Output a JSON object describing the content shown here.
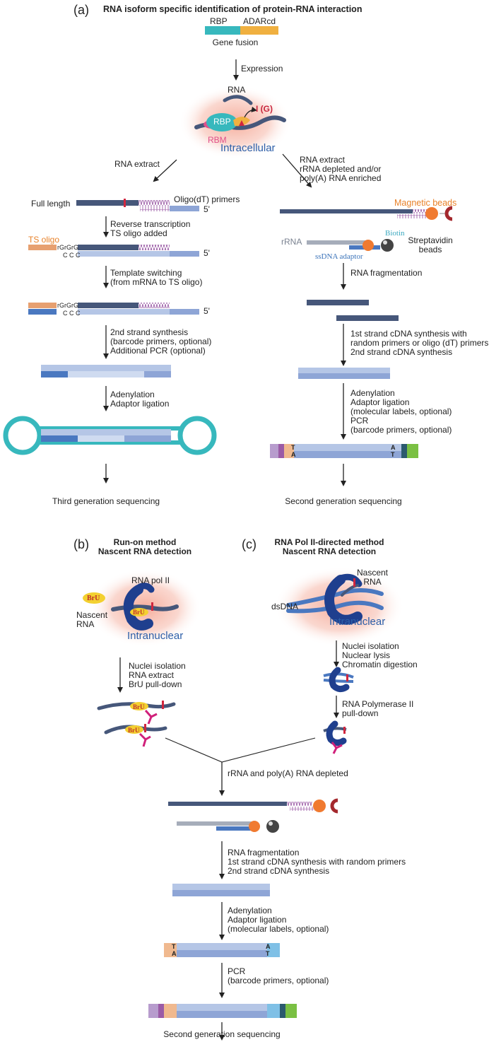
{
  "panel_a": {
    "label": "(a)",
    "title": "RNA isoform specific identification of protein-RNA interaction",
    "fusion": {
      "rbp": "RBP",
      "adar": "ADARcd",
      "caption": "Gene fusion"
    },
    "expression": "Expression",
    "cell": {
      "rna": "RNA",
      "rbp": "RBP",
      "rbm": "RBM",
      "edit": "I (G)",
      "location": "Intracellular"
    },
    "left": {
      "rna_extract": "RNA extract",
      "full_length": "Full length",
      "oligo_dt": "Oligo(dT) primers",
      "five_prime": "5'",
      "rt": "Reverse transcription\nTS oligo added",
      "ts_oligo": "TS oligo",
      "rgrgrg": "rGrGrG",
      "ccc": "C C C",
      "template_switch": "Template switching\n(from mRNA to TS oligo)",
      "second_strand": "2nd strand synthesis\n(barcode primers, optional)\nAdditional PCR (optional)",
      "adenylation": "Adenylation\nAdaptor ligation",
      "sequencing": "Third generation sequencing"
    },
    "right": {
      "rna_extract": "RNA extract\nrRNA depleted and/or\npoly(A) RNA enriched",
      "magnetic_beads": "Magnetic beads",
      "rrna": "rRNA",
      "biotin": "Biotin",
      "ssdna": "ssDNA adaptor",
      "streptavidin": "Streptavidin\nbeads",
      "fragmentation": "RNA fragmentation",
      "cdna": "1st strand cDNA synthesis with\nrandom primers or oligo (dT) primers\n2nd strand cDNA synthesis",
      "ligation": "Adenylation\nAdaptor ligation\n(molecular labels, optional)\nPCR\n(barcode primers, optional)",
      "sequencing": "Second generation sequencing"
    }
  },
  "panel_b": {
    "label": "(b)",
    "title": "Run-on method\nNascent RNA detection",
    "pol": "RNA pol II",
    "bru": "BrU",
    "nascent": "Nascent\nRNA",
    "location": "Intranuclear",
    "steps": "Nuclei isolation\nRNA extract\nBrU pull-down"
  },
  "panel_c": {
    "label": "(c)",
    "title": "RNA Pol II-directed method\nNascent RNA detection",
    "nascent": "Nascent\nRNA",
    "dsdna": "dsDNA",
    "location": "Intranuclear",
    "steps": "Nuclei isolation\nNuclear lysis\nChromatin digestion",
    "pulldown": "RNA Polymerase II\npull-down"
  },
  "bottom": {
    "depleted": "rRNA and poly(A) RNA depleted",
    "fragmentation": "RNA fragmentation\n1st strand cDNA synthesis with random primers\n2nd strand cDNA synthesis",
    "ligation": "Adenylation\nAdaptor ligation\n(molecular labels, optional)",
    "pcr": "PCR\n(barcode primers, optional)",
    "sequencing": "Second generation sequencing"
  },
  "base_labels": {
    "t": "T",
    "a": "A"
  },
  "colors": {
    "rna_dark": "#46577a",
    "cdna_light": "#b5c6e6",
    "cdna_mid": "#8ea5d6",
    "cdna_dark": "#4a78c0",
    "ts_orange": "#e7a070",
    "teal": "#37b8bd",
    "adar_orange": "#f0b040",
    "bead_orange": "#f07a30",
    "red_mark": "#d0263e",
    "purple": "#9b5ba6",
    "green": "#7ac043",
    "glow": "#f7c2b4"
  }
}
